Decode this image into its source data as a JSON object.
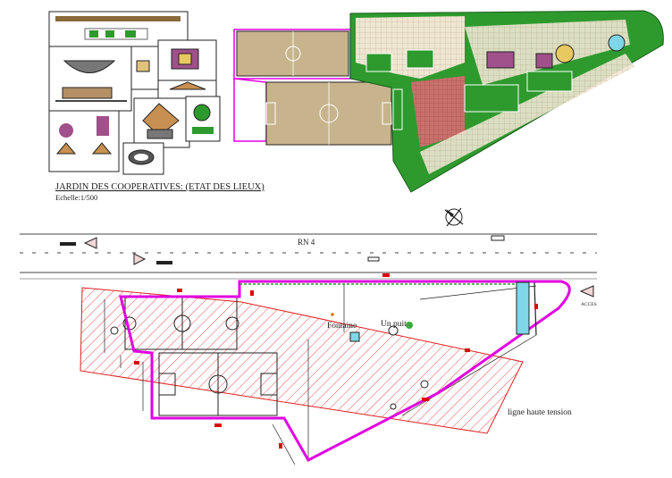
{
  "drawing": {
    "title": "JARDIN DES COOPERATIVES: (ETAT DES LIEUX)",
    "scale": "Echelle:1/500"
  },
  "labels": {
    "road": "RN 4",
    "fountain": "Fontaine",
    "well": "Un puit",
    "power_line": "ligne haute tension",
    "access": "ACCES"
  },
  "colors": {
    "boundary": "#e100e1",
    "hatch": "#e02020",
    "court_fill": "#c8b48c",
    "garden_green": "#2e9a2e",
    "paving": "#e8ddc8",
    "marker_red": "#e00000",
    "water": "#7fd6e6"
  }
}
